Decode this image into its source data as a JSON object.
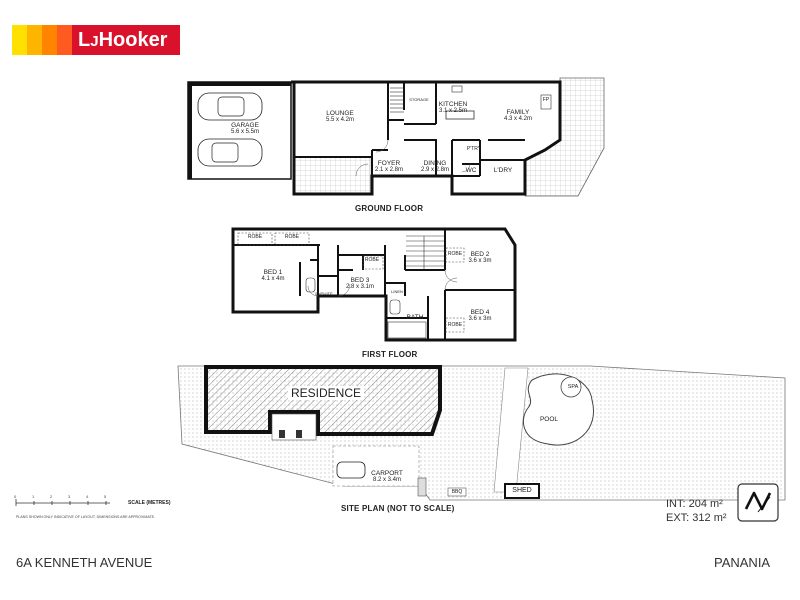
{
  "brand": {
    "l": "L",
    "j": "J",
    "name": "Hooker",
    "bg": "#d9112b",
    "stripes": [
      "#ffd200",
      "#ff9a00",
      "#ff6a00",
      "#e32526"
    ]
  },
  "floors": {
    "ground": {
      "title": "GROUND FLOOR",
      "rooms": {
        "garage": {
          "name": "GARAGE",
          "dim": "5.6 x 5.5m"
        },
        "lounge": {
          "name": "LOUNGE",
          "dim": "5.5 x 4.2m"
        },
        "storage": {
          "name": "STORAGE"
        },
        "kitchen": {
          "name": "KITCHEN",
          "dim": "3.1 x 2.5m"
        },
        "family": {
          "name": "FAMILY",
          "dim": "4.3 x 4.2m"
        },
        "fp": {
          "name": "FP"
        },
        "foyer": {
          "name": "FOYER",
          "dim": "2.1 x 2.8m"
        },
        "dining": {
          "name": "DINING",
          "dim": "2.9 x 2.8m"
        },
        "pantry": {
          "name": "P'TRY"
        },
        "wc": {
          "name": "WC"
        },
        "laundry": {
          "name": "L'DRY"
        }
      }
    },
    "first": {
      "title": "FIRST FLOOR",
      "rooms": {
        "robe1": {
          "name": "ROBE"
        },
        "robe2": {
          "name": "ROBE"
        },
        "bed1": {
          "name": "BED 1",
          "dim": "4.1 x 4m"
        },
        "ensuite": {
          "name": "ENSUITE"
        },
        "robe3": {
          "name": "ROBE"
        },
        "bed3": {
          "name": "BED 3",
          "dim": "2.8 x 3.1m"
        },
        "linen": {
          "name": "LINEN"
        },
        "bath": {
          "name": "BATH"
        },
        "robe4": {
          "name": "ROBE"
        },
        "bed2": {
          "name": "BED 2",
          "dim": "3.6 x 3m"
        },
        "robe5": {
          "name": "ROBE"
        },
        "bed4": {
          "name": "BED 4",
          "dim": "3.6 x 3m"
        }
      }
    },
    "site": {
      "title": "SITE PLAN (NOT TO SCALE)",
      "residence": "RESIDENCE",
      "carport": {
        "name": "CARPORT",
        "dim": "8.2 x 3.4m"
      },
      "bbq": "BBQ",
      "shed": "SHED",
      "pool": "POOL",
      "spa": "SPA"
    }
  },
  "scale": {
    "label": "SCALE (METRES)",
    "ticks": [
      "0",
      "1",
      "2",
      "3",
      "4",
      "5"
    ],
    "disclaimer": "PLANS SHOWN ONLY INDICATIVE OF LAYOUT. DIMENSIONS ARE APPROXIMATE."
  },
  "areas": {
    "internal": "INT: 204 m²",
    "external": "EXT: 312 m²"
  },
  "compass": "N",
  "footer": {
    "address": "6A KENNETH AVENUE",
    "suburb": "PANANIA"
  }
}
